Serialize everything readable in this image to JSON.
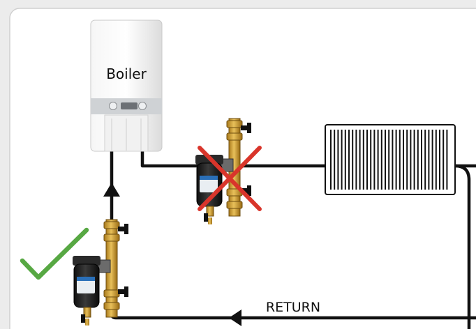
{
  "diagram": {
    "boiler_label": "Boiler",
    "return_label": "RETURN",
    "correct_mark": "check-mark",
    "incorrect_mark": "cross-mark",
    "colors": {
      "pipe": "#111111",
      "check": "#57a843",
      "cross": "#d9352b",
      "brass": "#c9962e",
      "filter_body": "#1f1f1f",
      "handle": "#111111"
    }
  }
}
